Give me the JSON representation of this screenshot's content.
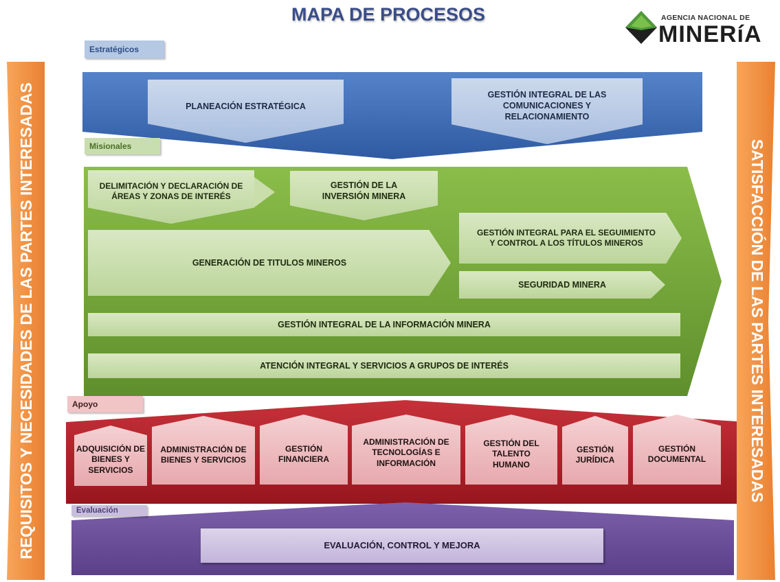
{
  "title": "MAPA DE PROCESOS",
  "logo": {
    "top_text": "AGENCIA NACIONAL DE",
    "main_text": "MINERíA"
  },
  "side": {
    "left": "REQUISITOS Y NECESIDADES DE LAS PARTES INTERESADAS",
    "right": "SATISFACCIÓN DE LAS PARTES INTERESADAS"
  },
  "sections": {
    "estrategicos": {
      "tag": "Estratégicos",
      "processes": [
        "PLANEACIÓN ESTRATÉGICA",
        "GESTIÓN INTEGRAL DE LAS COMUNICACIONES Y RELACIONAMIENTO"
      ]
    },
    "misionales": {
      "tag": "Misionales",
      "processes": [
        "DELIMITACIÓN Y DECLARACIÓN DE ÁREAS Y ZONAS DE INTERÉS",
        "GESTIÓN DE LA INVERSIÓN MINERA",
        "GENERACIÓN DE TITULOS MINEROS",
        "GESTIÓN INTEGRAL PARA EL SEGUIMIENTO Y CONTROL A LOS TÍTULOS MINEROS",
        "SEGURIDAD MINERA",
        "GESTIÓN INTEGRAL DE LA INFORMACIÓN MINERA",
        "ATENCIÓN INTEGRAL Y SERVICIOS A  GRUPOS DE INTERÉS"
      ]
    },
    "apoyo": {
      "tag": "Apoyo",
      "processes": [
        "ADQUISICIÓN DE BIENES Y SERVICIOS",
        "ADMINISTRACIÓN DE BIENES Y SERVICIOS",
        "GESTIÓN FINANCIERA",
        "ADMINISTRACIÓN DE TECNOLOGÍAS E INFORMACIÓN",
        "GESTIÓN DEL TALENTO HUMANO",
        "GESTIÓN JURÍDICA",
        "GESTIÓN DOCUMENTAL"
      ]
    },
    "evaluacion": {
      "tag": "Evaluación",
      "processes": [
        "EVALUACIÓN, CONTROL Y MEJORA"
      ]
    }
  },
  "colors": {
    "estrategicos": "#3f6cb7",
    "misionales": "#78a73b",
    "apoyo": "#b5212a",
    "evaluacion": "#6c4f9a",
    "side_arrows": "#f0913e",
    "title": "#3a4d88"
  },
  "icons": {
    "logo_mark": "green-diamond-logo-icon"
  }
}
